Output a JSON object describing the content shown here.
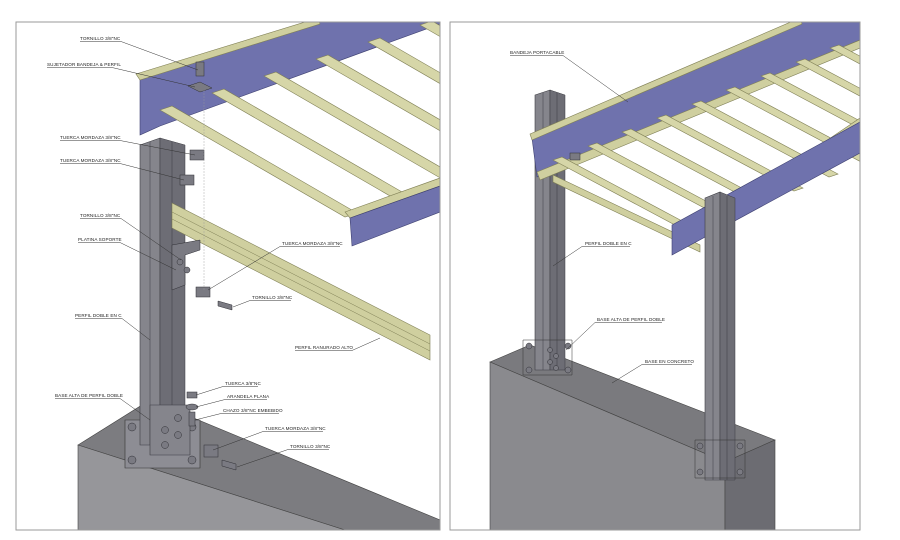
{
  "left_panel": {
    "labels": {
      "tornillo_top": "TORNILLO 3/8\"NC",
      "sujetador": "SUJETADOR BANDEJA & PERFIL",
      "tuerca_mordaza_1": "TUERCA MORDAZA 3/8\"NC",
      "tuerca_mordaza_2": "TUERCA MORDAZA 3/8\"NC",
      "tornillo_mid": "TORNILLO 3/8\"NC",
      "platina_soporte": "PLATINA SOPORTE",
      "tuerca_mordaza_3": "TUERCA MORDAZA 3/8\"NC",
      "tornillo_beam": "TORNILLO 3/8\"NC",
      "perfil_doble": "PERFIL DOBLE EN C",
      "perfil_ranurado": "PERFIL RANURADO ALTO",
      "tuerca": "TUERCA 3/8\"NC",
      "arandela": "ARANDELA PLANA",
      "chazo": "CHAZO 3/8\"NC EMBEBIDO",
      "base_alta": "BASE ALTA DE PERFIL DOBLE",
      "tuerca_mordaza_4": "TUERCA MORDAZA 3/8\"NC",
      "tornillo_base": "TORNILLO 3/8\"NC"
    }
  },
  "right_panel": {
    "labels": {
      "bandeja": "BANDEJA PORTACABLE",
      "perfil_doble": "PERFIL DOBLE EN C",
      "base_alta": "BASE ALTA DE PERFIL DOBLE",
      "base_concreto": "BASE EN CONCRETO"
    }
  },
  "colors": {
    "tray_side": "#6f72ad",
    "tray_rung": "#d6d6a8",
    "steel": "#85858c",
    "concrete": "#8a8a8e"
  }
}
